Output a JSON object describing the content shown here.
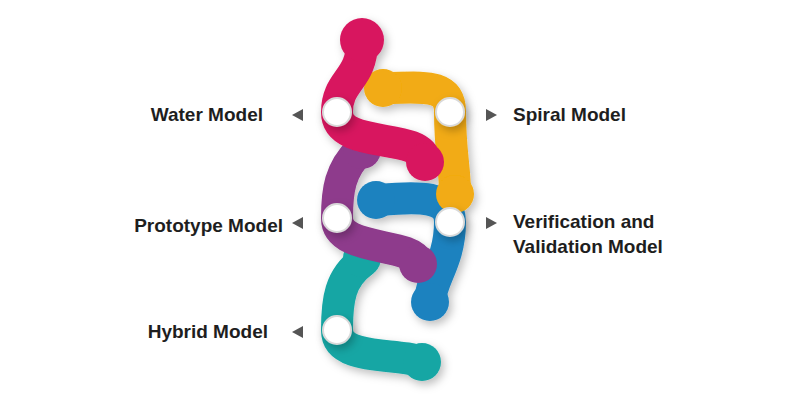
{
  "diagram": {
    "labels": [
      "Water Model",
      "Spiral Model",
      "Prototype Model",
      "Verification and Validation Model",
      "Hybrid Model"
    ]
  }
}
